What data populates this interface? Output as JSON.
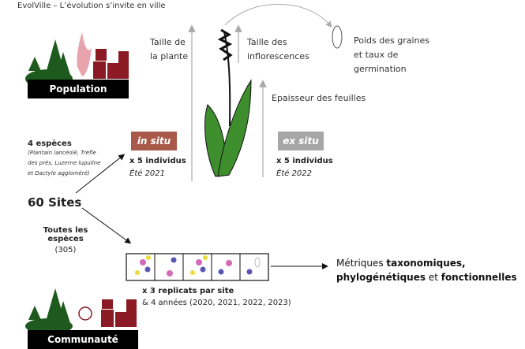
{
  "title": "EvolVille – L’évolution s’invite en ville",
  "population": {
    "label": "Population"
  },
  "communaute": {
    "label": "Communauté"
  },
  "four_species": {
    "title": "4 espèces",
    "list": "(Plantain lancéolé, Trèfle des prés, Luzerne lupuline et Dactyle aggloméré)"
  },
  "sites": "60 Sites",
  "all_species": {
    "title": "Toutes les espèces",
    "count": "(305)"
  },
  "in_situ": {
    "tag": "in situ",
    "count": "x 5 individus",
    "season": "Été 2021",
    "color": "#a9594a"
  },
  "ex_situ": {
    "tag": "ex situ",
    "count": "x 5 individus",
    "season": "Été 2022",
    "color": "#a6a6a6"
  },
  "traits": {
    "plant_height": [
      "Taille de",
      "la plante"
    ],
    "inflorescence": [
      "Taille des",
      "inflorescences"
    ],
    "leaf": "Epaisseur des feuilles",
    "seeds": [
      "Poids des graines",
      "et taux de",
      "germination"
    ]
  },
  "replicates": {
    "count": "x 3 replicats par site",
    "years": "& 4 années (2020, 2021, 2022, 2023)"
  },
  "metrics": {
    "prefix": "Métriques ",
    "taxo": "taxonomiques,",
    "phylo": "phylogénétiques",
    "and": " et ",
    "func": "fonctionnelles"
  },
  "colors": {
    "tree": "#1e5a1e",
    "building": "#8b1a24",
    "leaf": "#3e8e2e",
    "pink_plant": "#e8a4ad"
  }
}
